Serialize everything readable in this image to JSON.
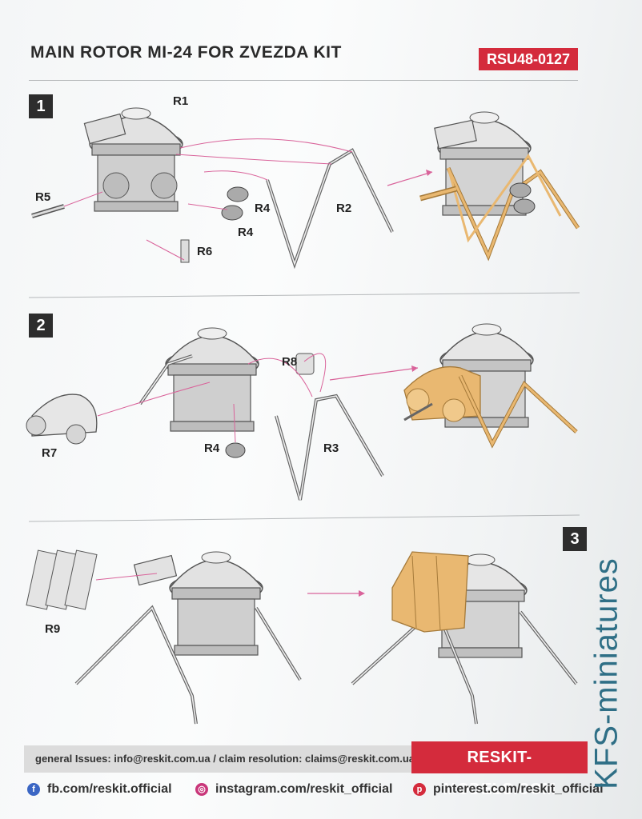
{
  "header": {
    "title": "MAIN ROTOR MI-24 FOR ZVEZDA KIT",
    "code": "RSU48-0127"
  },
  "steps": {
    "s1": {
      "number": "1",
      "labels": {
        "r1": "R1",
        "r5": "R5",
        "r4a": "R4",
        "r4b": "R4",
        "r2": "R2",
        "r6": "R6"
      }
    },
    "s2": {
      "number": "2",
      "labels": {
        "r8": "R8",
        "r7": "R7",
        "r4": "R4",
        "r3": "R3"
      }
    },
    "s3": {
      "number": "3",
      "labels": {
        "r9": "R9"
      }
    }
  },
  "footer": {
    "contact": "general Issues: info@reskit.com.ua / claim resolution: claims@reskit.com.ua",
    "website": "RESKIT-MODELS.COM",
    "facebook": "fb.com/reskit.official",
    "instagram": "instagram.com/reskit_official",
    "pinterest": "pinterest.com/reskit_official"
  },
  "watermark": "KFS-miniatures",
  "colors": {
    "accent_red": "#d42b3c",
    "resin_part": "#e9b871",
    "callout_line": "#d9639a",
    "watermark": "#2f6f86"
  },
  "icons": [
    "facebook-icon",
    "instagram-icon",
    "pinterest-icon"
  ]
}
